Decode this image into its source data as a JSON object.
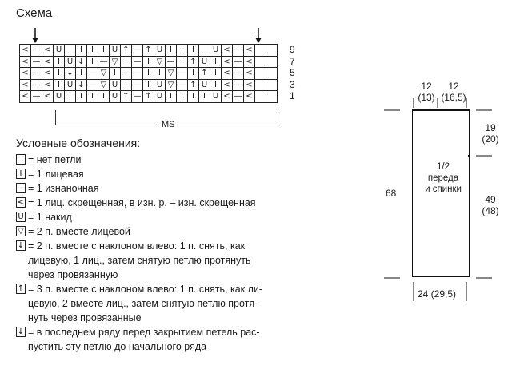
{
  "title": "Схема",
  "chart": {
    "row_numbers": [
      "9",
      "7",
      "5",
      "3",
      "1"
    ],
    "rows": [
      [
        "<",
        "—",
        "<",
        "U",
        "",
        "I",
        "I",
        "I",
        "U",
        "↑",
        "—",
        "↑",
        "U",
        "I",
        "I",
        "I",
        "",
        "U",
        "<",
        "—",
        "<",
        "",
        ""
      ],
      [
        "<",
        "—",
        "<",
        "I",
        "U",
        "↓",
        "I",
        "—",
        "▽",
        "I",
        "—",
        "I",
        "▽",
        "—",
        "I",
        "↑",
        "U",
        "I",
        "<",
        "—",
        "<",
        "",
        ""
      ],
      [
        "<",
        "—",
        "<",
        "I",
        "↓",
        "I",
        "—",
        "▽",
        "I",
        "—",
        "—",
        "I",
        "I",
        "▽",
        "—",
        "I",
        "↑",
        "I",
        "<",
        "—",
        "<",
        "",
        ""
      ],
      [
        "<",
        "—",
        "<",
        "I",
        "U",
        "↓",
        "—",
        "▽",
        "U",
        "I",
        "—",
        "I",
        "U",
        "▽",
        "—",
        "↑",
        "U",
        "I",
        "<",
        "—",
        "<",
        "",
        ""
      ],
      [
        "<",
        "—",
        "<",
        "U",
        "I",
        "I",
        "I",
        "I",
        "U",
        "↑",
        "—",
        "↑",
        "U",
        "I",
        "I",
        "I",
        "I",
        "U",
        "<",
        "—",
        "<",
        "",
        ""
      ]
    ],
    "ms_label": "MS"
  },
  "legend": {
    "title": "Условные обозначения:",
    "items": [
      {
        "symbol": "",
        "text": "= нет петли"
      },
      {
        "symbol": "I",
        "text": "= 1 лицевая"
      },
      {
        "symbol": "—",
        "text": "= 1 изнаночная"
      },
      {
        "symbol": "<",
        "text": "= 1 лиц. скрещенная, в изн. р. – изн. скрещенная"
      },
      {
        "symbol": "U",
        "text": "= 1 накид"
      },
      {
        "symbol": "▽",
        "text": "= 2 п. вместе лицевой"
      },
      {
        "symbol": "↓",
        "text": "= 2 п. вместе с наклоном влево: 1 п. снять, как\nлицевую, 1 лиц., затем снятую петлю протянуть\nчерез провязанную"
      },
      {
        "symbol": "↑",
        "text": "= 3 п. вместе с наклоном влево: 1 п. снять, как ли-\nцевую, 2 вместе лиц., затем снятую петлю протя-\nнуть через провязанные"
      },
      {
        "symbol": "↓",
        "text": "= в последнем ряду перед закрытием петель рас-\nпустить эту петлю до начального ряда"
      }
    ]
  },
  "pattern": {
    "top_left": "12",
    "top_left_alt": "(13)",
    "top_right": "12",
    "top_right_alt": "(16,5)",
    "right_upper": "19",
    "right_upper_alt": "(20)",
    "right_lower": "49",
    "right_lower_alt": "(48)",
    "left": "68",
    "bottom": "24 (29,5)",
    "center_line1": "1/2",
    "center_line2": "переда",
    "center_line3": "и спинки"
  }
}
